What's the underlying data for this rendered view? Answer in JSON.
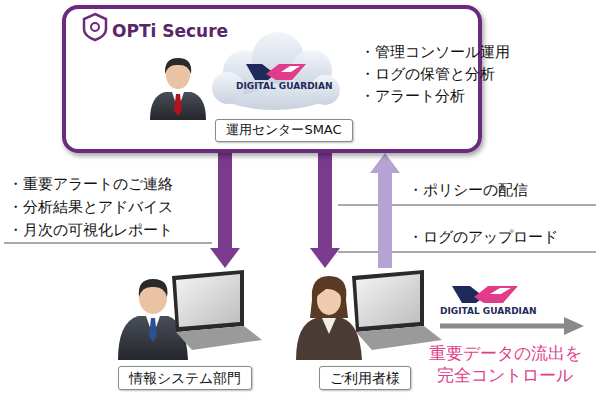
{
  "diagram": {
    "nodes": [
      {
        "text": [
          "OPTi Secure",
          "・管理コンソール運用",
          "・ログの保管と分析",
          "・アラート分析"
        ]
      },
      {
        "text": [
          "運用センターSMAC"
        ],
        "in": 0
      },
      {
        "text": [
          "情報システム部門"
        ]
      },
      {
        "text": [
          "ご利用者様"
        ]
      }
    ],
    "edges": [
      {
        "from": 0,
        "to": 2,
        "arrow": "to"
      },
      {
        "from": 0,
        "to": 3,
        "arrow": "to"
      },
      {
        "from": 3,
        "to": 0,
        "arrow": "to"
      }
    ],
    "labels": [
      "・重要アラートのご連絡",
      "・分析結果とアドバイス",
      "・月次の可視化レポート",
      "・ポリシーの配信",
      "・ログのアップロード",
      "DIGITAL GUARDIAN",
      "DIGITAL GUARDIAN",
      "重要データの流出を 完全コントロール"
    ]
  }
}
